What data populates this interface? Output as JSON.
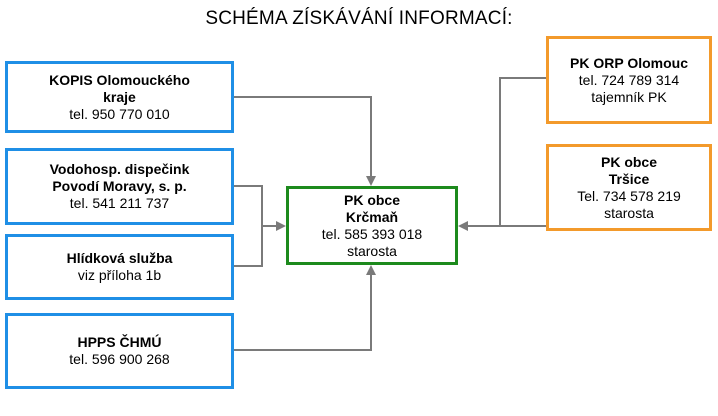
{
  "title": "SCHÉMA ZÍSKÁVÁNÍ INFORMACÍ:",
  "colors": {
    "left_border": "#1f8fe6",
    "right_border": "#f39a2b",
    "center_border": "#1d8a1d",
    "connector": "#7a7a7a"
  },
  "nodes": {
    "kopis": {
      "name_line1": "KOPIS Olomouckého",
      "name_line2": "kraje",
      "phone": "tel. 950 770 010"
    },
    "vodohosp": {
      "name_line1": "Vodohosp. dispečink",
      "name_line2": "Povodí Moravy, s. p.",
      "phone": "tel. 541 211 737"
    },
    "hlidkova": {
      "name": "Hlídková služba",
      "note": "viz příloha 1b"
    },
    "hpps": {
      "name": "HPPS ČHMÚ",
      "phone": "tel. 596 900 268"
    },
    "center": {
      "name_line1": "PK obce",
      "name_line2": "Krčmaň",
      "phone": "tel. 585 393 018",
      "role": "starosta"
    },
    "orp": {
      "name": "PK ORP Olomouc",
      "phone": "tel.  724 789 314",
      "role": "tajemník PK"
    },
    "trsice": {
      "name_line1": "PK obce",
      "name_line2": "Tršice",
      "phone": "Tel. 734 578 219",
      "role": "starosta"
    }
  }
}
